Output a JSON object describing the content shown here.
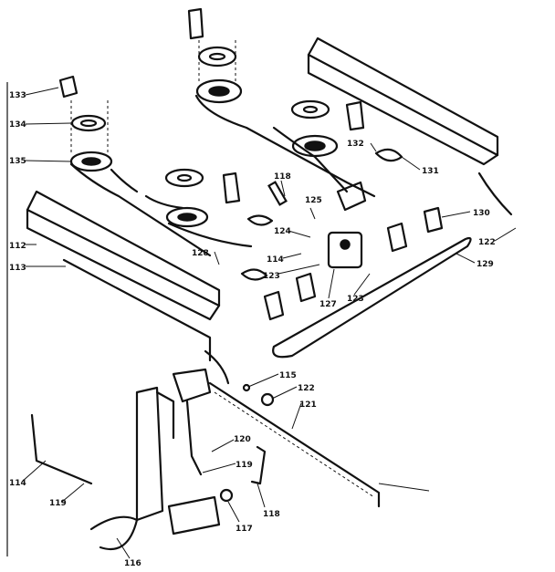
{
  "callouts": {
    "c133": "133",
    "c134": "134",
    "c135": "135",
    "c118": "118",
    "c132": "132",
    "c131": "131",
    "c125": "125",
    "c130": "130",
    "c124": "124",
    "c112": "112",
    "c113": "113",
    "c128a": "128",
    "c114a": "114",
    "c123a": "123",
    "c127": "127",
    "c123b": "123",
    "c122a": "122",
    "c129": "129",
    "c115": "115",
    "c122b": "122",
    "c121": "121",
    "c120": "120",
    "c119a": "119",
    "c114b": "114",
    "c119b": "119",
    "c116": "116",
    "c117": "117",
    "c118b": "118"
  }
}
